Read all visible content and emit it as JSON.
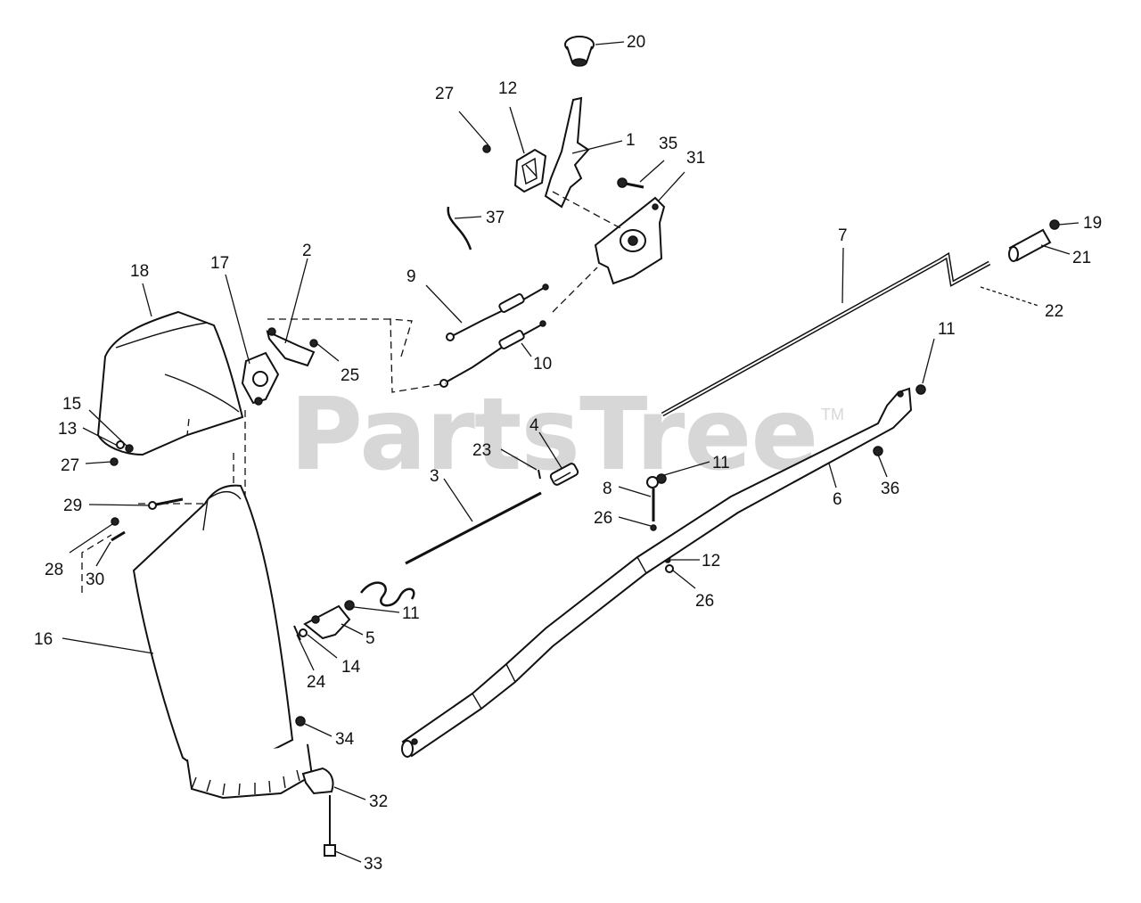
{
  "watermark": {
    "text": "PartsTree",
    "tm": "TM"
  },
  "callouts": [
    {
      "id": "20",
      "text": "20"
    },
    {
      "id": "27a",
      "text": "27"
    },
    {
      "id": "12a",
      "text": "12"
    },
    {
      "id": "1",
      "text": "1"
    },
    {
      "id": "35",
      "text": "35"
    },
    {
      "id": "31",
      "text": "31"
    },
    {
      "id": "37",
      "text": "37"
    },
    {
      "id": "19",
      "text": "19"
    },
    {
      "id": "21",
      "text": "21"
    },
    {
      "id": "7",
      "text": "7"
    },
    {
      "id": "22",
      "text": "22"
    },
    {
      "id": "18",
      "text": "18"
    },
    {
      "id": "17",
      "text": "17"
    },
    {
      "id": "2",
      "text": "2"
    },
    {
      "id": "9",
      "text": "9"
    },
    {
      "id": "25",
      "text": "25"
    },
    {
      "id": "10",
      "text": "10"
    },
    {
      "id": "11a",
      "text": "11"
    },
    {
      "id": "15",
      "text": "15"
    },
    {
      "id": "13",
      "text": "13"
    },
    {
      "id": "27b",
      "text": "27"
    },
    {
      "id": "4",
      "text": "4"
    },
    {
      "id": "23",
      "text": "23"
    },
    {
      "id": "3",
      "text": "3"
    },
    {
      "id": "11b",
      "text": "11"
    },
    {
      "id": "8",
      "text": "8"
    },
    {
      "id": "6",
      "text": "6"
    },
    {
      "id": "36",
      "text": "36"
    },
    {
      "id": "26a",
      "text": "26"
    },
    {
      "id": "29",
      "text": "29"
    },
    {
      "id": "28",
      "text": "28"
    },
    {
      "id": "30",
      "text": "30"
    },
    {
      "id": "12b",
      "text": "12"
    },
    {
      "id": "26b",
      "text": "26"
    },
    {
      "id": "11c",
      "text": "11"
    },
    {
      "id": "5",
      "text": "5"
    },
    {
      "id": "16",
      "text": "16"
    },
    {
      "id": "14",
      "text": "14"
    },
    {
      "id": "24",
      "text": "24"
    },
    {
      "id": "34",
      "text": "34"
    },
    {
      "id": "32",
      "text": "32"
    },
    {
      "id": "33",
      "text": "33"
    }
  ]
}
